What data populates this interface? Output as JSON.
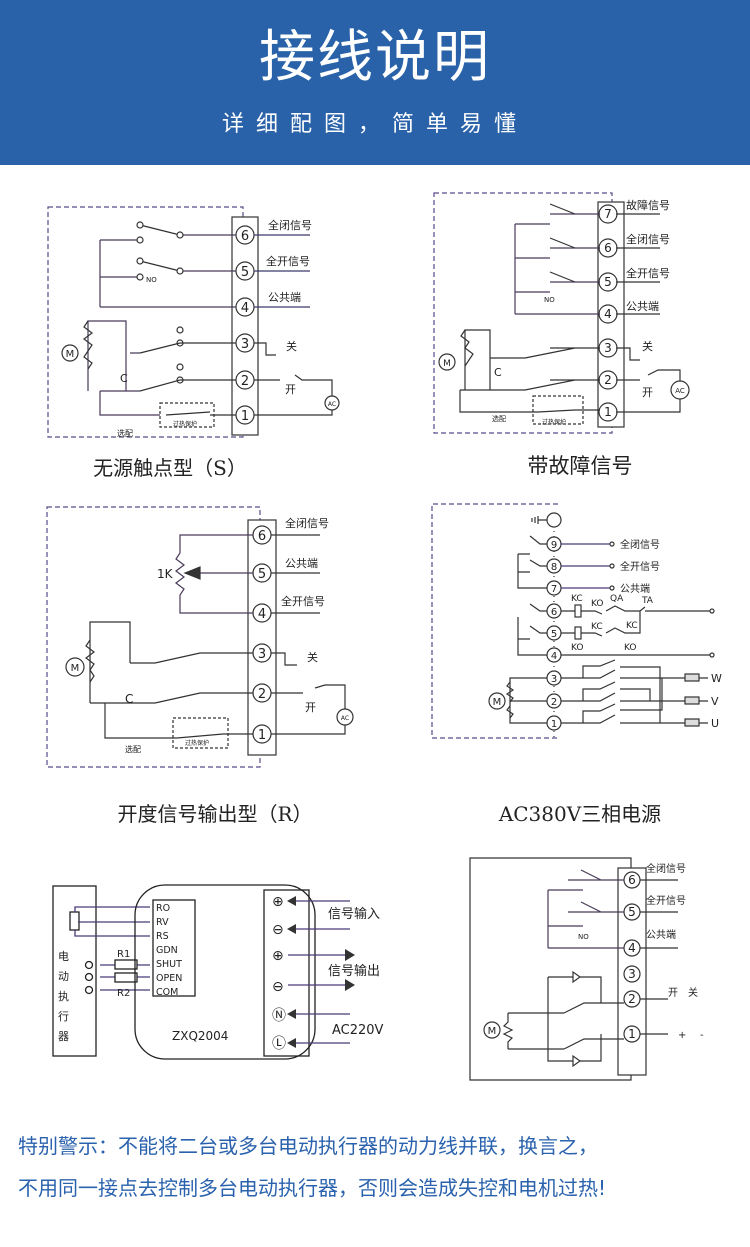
{
  "header": {
    "title": "接线说明",
    "subtitle": "详细配图，简单易懂",
    "background_color": "#2962a9"
  },
  "diagrams": {
    "passive_contact": {
      "caption": "无源触点型（S）",
      "terminals": [
        "1",
        "2",
        "3",
        "4",
        "5",
        "6"
      ],
      "labels": {
        "full_close": "全闭信号",
        "full_open": "全开信号",
        "common": "公共端",
        "close": "关",
        "open": "开",
        "no": "NO",
        "capacitor": "C",
        "motor": "M",
        "ac": "AC",
        "optional": "选配",
        "overheat": "过热保护"
      }
    },
    "fault_signal": {
      "caption": "带故障信号",
      "terminals": [
        "1",
        "2",
        "3",
        "4",
        "5",
        "6",
        "7"
      ],
      "labels": {
        "fault": "故障信号",
        "full_close": "全闭信号",
        "full_open": "全开信号",
        "common": "公共端",
        "close": "关",
        "open": "开",
        "no": "NO",
        "capacitor": "C",
        "motor": "M",
        "ac": "AC",
        "optional": "选配",
        "overheat": "过热保护"
      }
    },
    "position_output": {
      "caption": "开度信号输出型（R）",
      "terminals": [
        "1",
        "2",
        "3",
        "4",
        "5",
        "6"
      ],
      "labels": {
        "full_close": "全闭信号",
        "common": "公共端",
        "full_open": "全开信号",
        "resistor": "1K",
        "close": "关",
        "open": "开",
        "capacitor": "C",
        "motor": "M",
        "ac": "AC",
        "optional": "选配",
        "overheat": "过热保护"
      }
    },
    "three_phase": {
      "caption": "AC380V三相电源",
      "terminals": [
        "1",
        "2",
        "3",
        "4",
        "5",
        "6",
        "7",
        "8",
        "9"
      ],
      "labels": {
        "full_close": "全闭信号",
        "full_open": "全开信号",
        "common": "公共端",
        "kc": "KC",
        "ko": "KO",
        "qa": "QA",
        "ta": "TA",
        "motor": "M",
        "w": "W",
        "v": "V",
        "u": "U"
      }
    },
    "controller": {
      "model": "ZXQ2004",
      "actuator_label": [
        "电",
        "动",
        "执",
        "行",
        "器"
      ],
      "resistors": [
        "R1",
        "R2"
      ],
      "pins": [
        "RO",
        "RV",
        "RS",
        "GDN",
        "SHUT",
        "OPEN",
        "COM"
      ],
      "right_terminals": [
        "⊕",
        "⊖",
        "⊕",
        "⊖",
        "Ⓝ",
        "Ⓛ"
      ],
      "signal_in": "信号输入",
      "signal_out": "信号输出",
      "power": "AC220V"
    },
    "dc_type": {
      "terminals": [
        "1",
        "2",
        "3",
        "4",
        "5",
        "6"
      ],
      "labels": {
        "full_close": "全闭信号",
        "full_open": "全开信号",
        "common": "公共端",
        "open_close": "开　关",
        "plus": "+",
        "minus": "-",
        "no": "NO",
        "motor": "M"
      }
    }
  },
  "warning": {
    "line1": "特别警示：不能将二台或多台电动执行器的动力线并联，换言之，",
    "line2": "不用同一接点去控制多台电动执行器，否则会造成失控和电机过热!",
    "color": "#2a62ad"
  }
}
